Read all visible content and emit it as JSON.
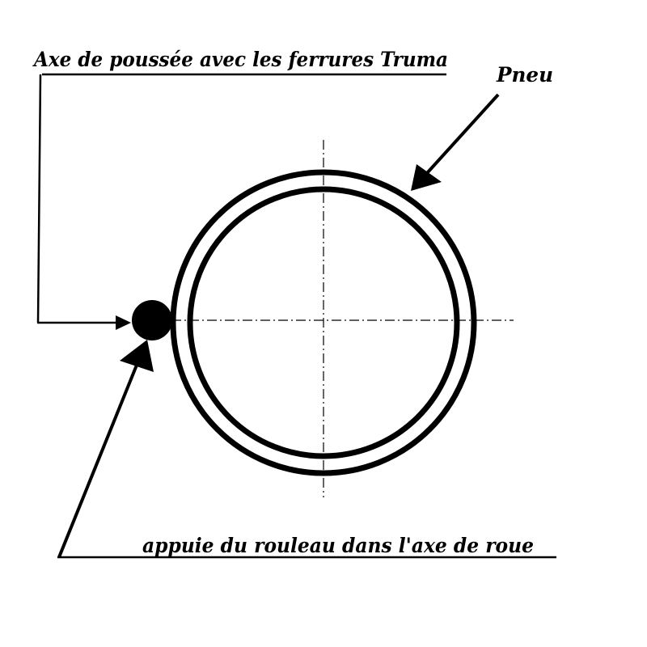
{
  "labels": {
    "top": "Axe de poussée avec les ferrures Truma",
    "tire": "Pneu",
    "bottom": "appuie du rouleau dans l'axe de roue"
  },
  "colors": {
    "ink": "#000000",
    "background": "#ffffff"
  }
}
